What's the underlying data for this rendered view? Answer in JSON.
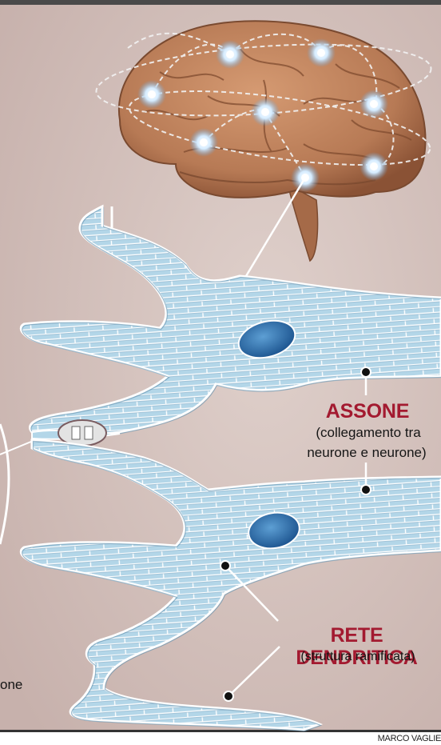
{
  "labels": {
    "assone_title": "ASSONE",
    "assone_sub_1": "(collegamento tra",
    "assone_sub_2": "neurone e neurone)",
    "rete_title": "RETE DENDRITICA",
    "rete_sub": "(struttura ramificata)",
    "cut_text": "one"
  },
  "credit": "MARCO VAGLIE",
  "colors": {
    "background": "#d8c6c1",
    "neuron_fill": "#b3d6e8",
    "nucleus": "#2d6ea8",
    "brain": "#b77a55",
    "title_red": "#a31a30"
  }
}
